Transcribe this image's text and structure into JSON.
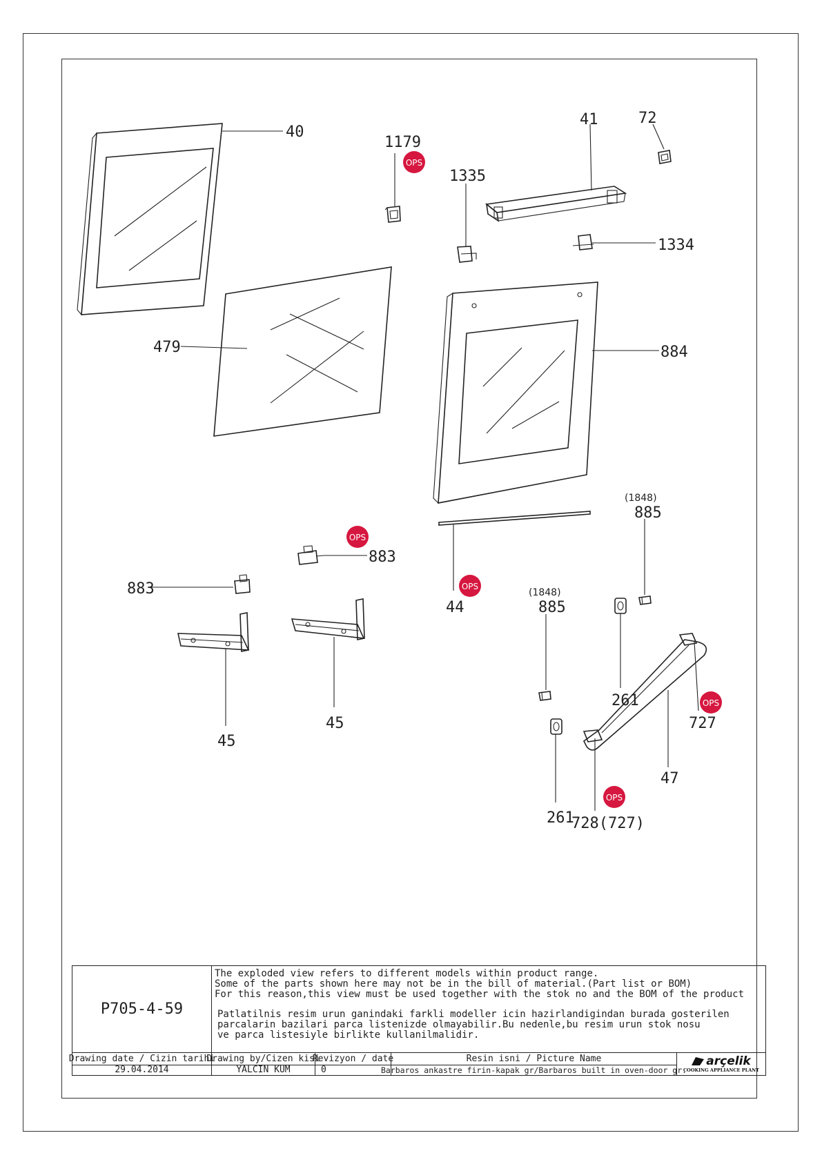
{
  "callouts": {
    "c40": "40",
    "c1179": "1179",
    "c1335": "1335",
    "c41": "41",
    "c72": "72",
    "c1334": "1334",
    "c479": "479",
    "c884": "884",
    "c885a_sup": "(1848)",
    "c885a": "885",
    "c883a": "883",
    "c883b": "883",
    "c44": "44",
    "c885b_sup": "(1848)",
    "c885b": "885",
    "c261a": "261",
    "c727": "727",
    "c45a": "45",
    "c45b": "45",
    "c47": "47",
    "c261b": "261",
    "c728": "728(727)"
  },
  "ops_badge": "OPS",
  "colors": {
    "ops": "#d6173f",
    "line": "#222222"
  },
  "title_block": {
    "drawing_number": "P705-4-59",
    "note_en": [
      "The exploded view refers to different models within product range.",
      "Some of the parts shown here may not be in the bill of material.(Part list or BOM)",
      "For this reason,this view must be used together with the stok no and the BOM of the product"
    ],
    "note_tr": [
      "Patlatilnis resim urun ganindaki farkli modeller icin hazirlandigindan burada gosterilen",
      "parcalarin bazilari parca listenizde olmayabilir.Bu nedenle,bu resim urun stok nosu",
      "ve parca listesiyle birlikte kullanilmalidir."
    ],
    "headers": {
      "date": "Drawing date / Cizin tarihi",
      "by": "Drawing by/Cizen kisi",
      "rev": "Revizyon / date",
      "name": "Resin isni / Picture Name"
    },
    "values": {
      "date": "29.04.2014",
      "by": "YALCIN KUM",
      "rev": "0",
      "name": "Barbaros ankastre firin-kapak gr/Barbaros built in oven-door gr."
    },
    "logo": {
      "brand": "arçelik",
      "subtitle": "COOKING APPLIANCE PLANT"
    }
  }
}
